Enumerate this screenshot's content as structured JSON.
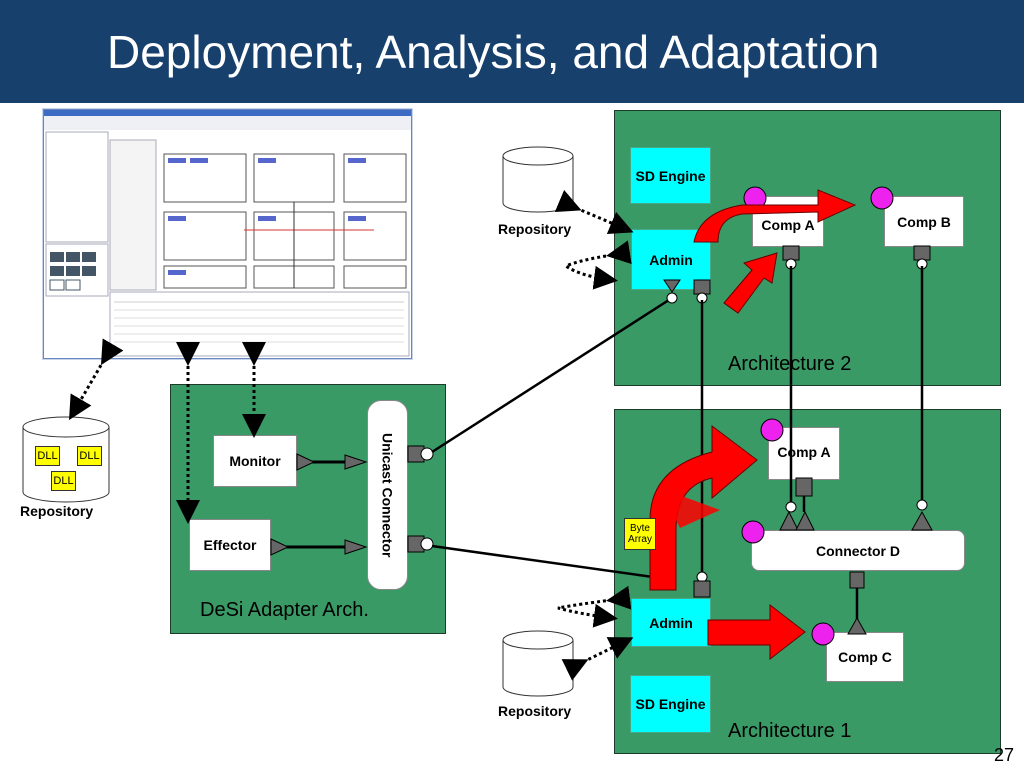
{
  "title": "Deployment, Analysis, and Adaptation",
  "page_number": "27",
  "desi": {
    "panel_label": "DeSi Adapter Arch.",
    "monitor": "Monitor",
    "effector": "Effector",
    "unicast": "Unicast Connector",
    "repository": "Repository",
    "dll": [
      "DLL",
      "DLL",
      "DLL"
    ]
  },
  "arch2": {
    "label": "Architecture 2",
    "sd_engine": "SD Engine",
    "admin": "Admin",
    "comp_a": "Comp A",
    "comp_b": "Comp B",
    "repository": "Repository"
  },
  "arch1": {
    "label": "Architecture 1",
    "sd_engine": "SD Engine",
    "admin": "Admin",
    "comp_a": "Comp A",
    "comp_c": "Comp C",
    "connector_d": "Connector D",
    "byte_array": "Byte Array",
    "repository": "Repository"
  },
  "colors": {
    "title_bg": "#17406d",
    "panel": "#3a9a66",
    "cyan": "#00ffff",
    "arrow_red": "#ff0000",
    "magenta": "#ee22ee"
  }
}
